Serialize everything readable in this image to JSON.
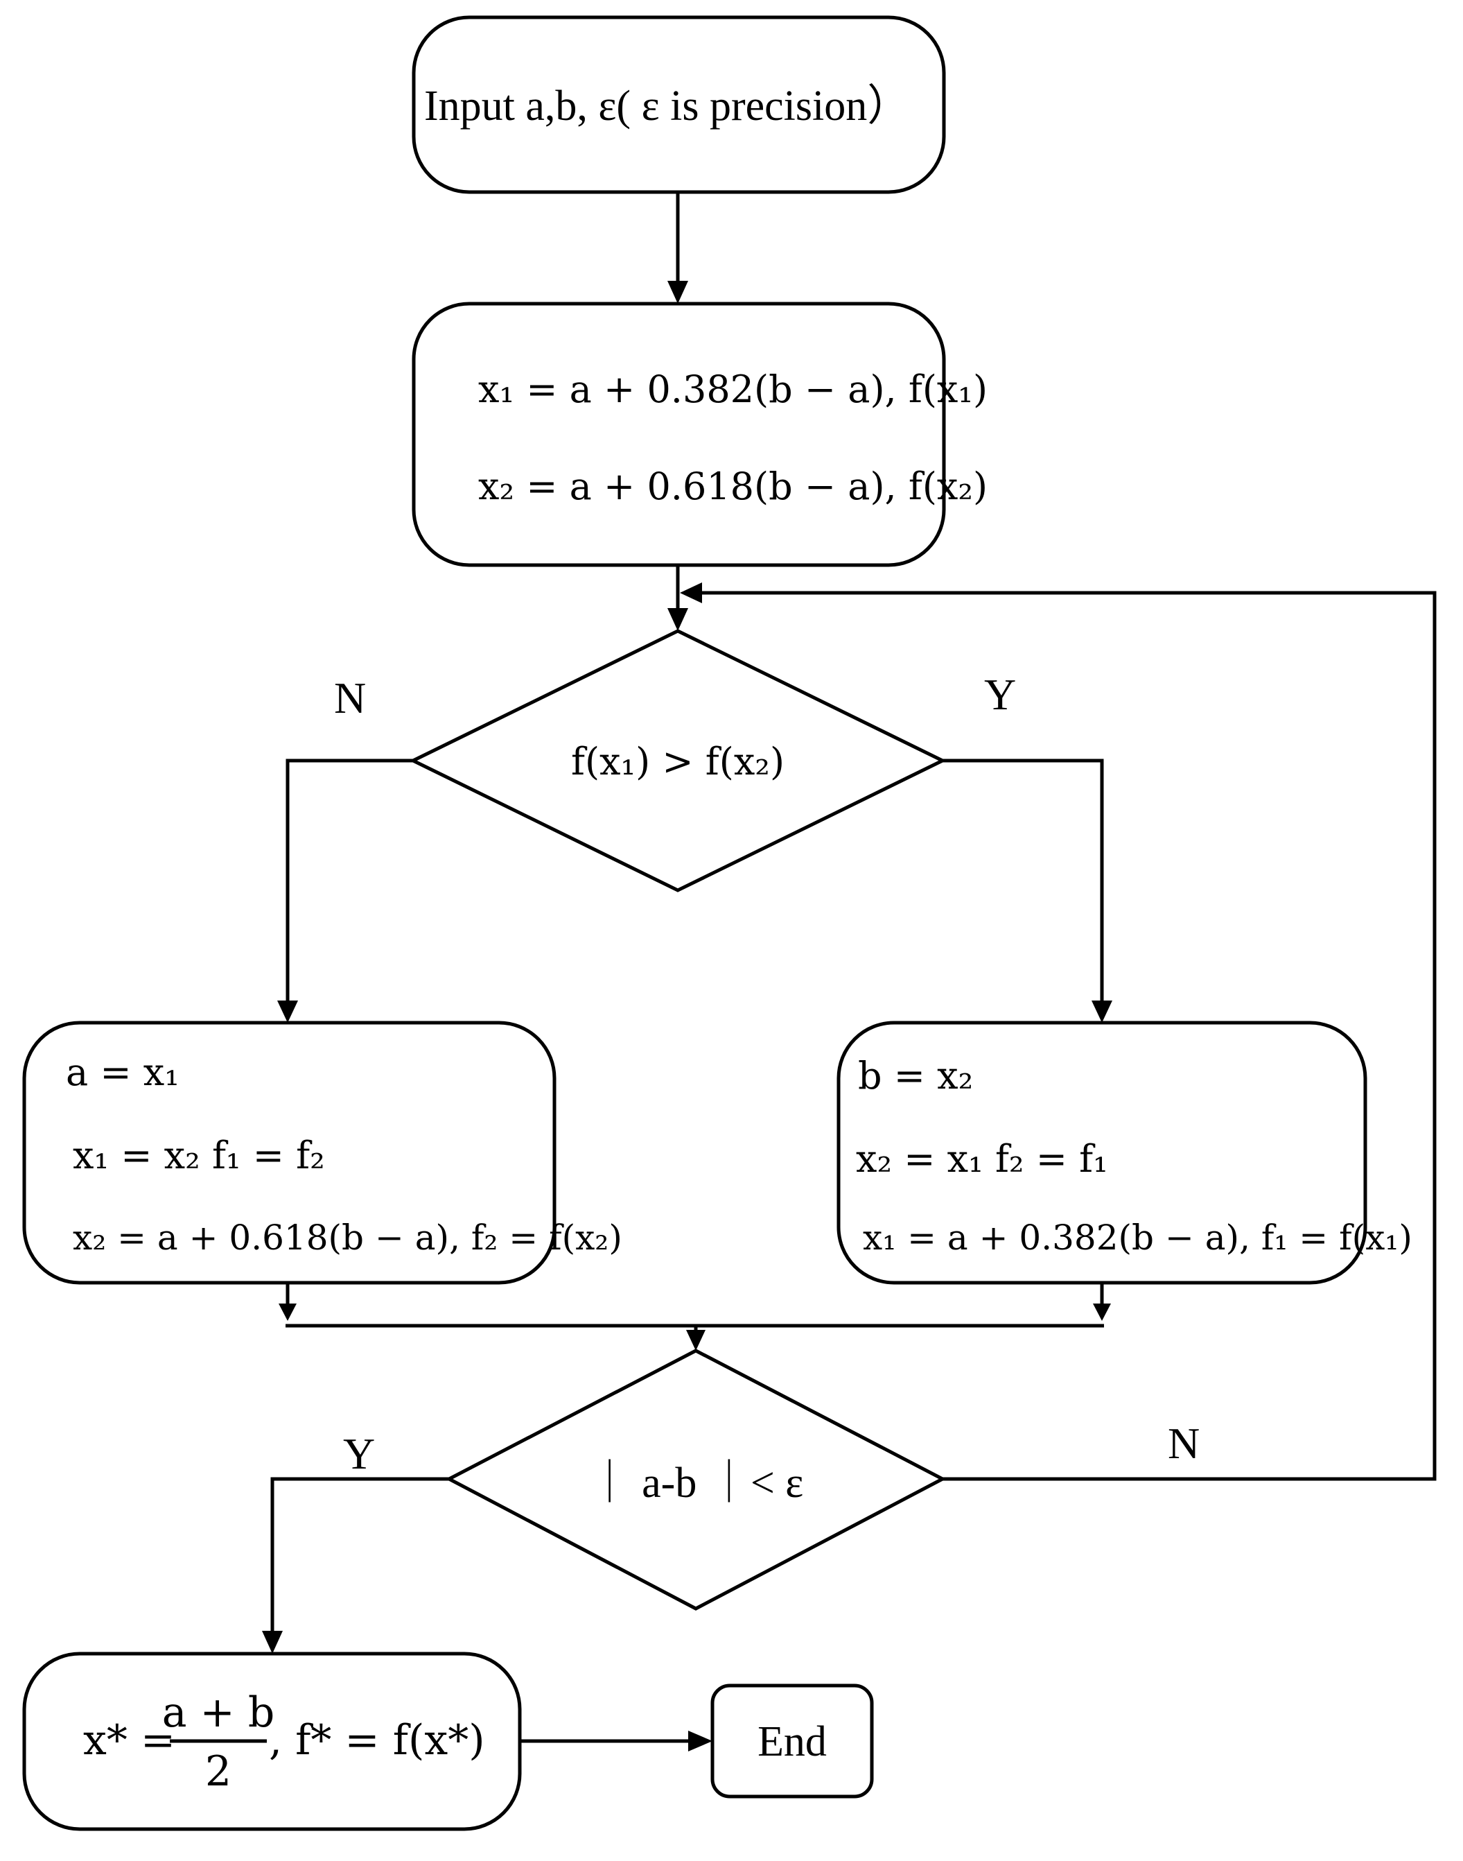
{
  "nodes": {
    "start": {
      "text": "Input  a,b, ε(   ε is   precision）"
    },
    "init": {
      "line1": "x₁ = a + 0.382(b − a), f(x₁)",
      "line2": "x₂ = a + 0.618(b − a), f(x₂)"
    },
    "decision1": {
      "text": "f(x₁) > f(x₂)"
    },
    "left_update": {
      "line1": "a = x₁",
      "line2": "x₁ = x₂    f₁ = f₂",
      "line3": "x₂ = a + 0.618(b − a), f₂ = f(x₂)"
    },
    "right_update": {
      "line1": "b = x₂",
      "line2": "x₂ = x₁   f₂ = f₁",
      "line3": "x₁ = a + 0.382(b − a), f₁ = f(x₁)"
    },
    "decision2": {
      "text": "｜ a-b ｜< ε"
    },
    "result": {
      "lhs": "x* =",
      "numerator": "a + b",
      "denominator": "2",
      "rhs": ", f* = f(x*)"
    },
    "end": {
      "text": "End"
    }
  },
  "edge_labels": {
    "d1_no": "N",
    "d1_yes": "Y",
    "d2_yes": "Y",
    "d2_no": "N"
  }
}
